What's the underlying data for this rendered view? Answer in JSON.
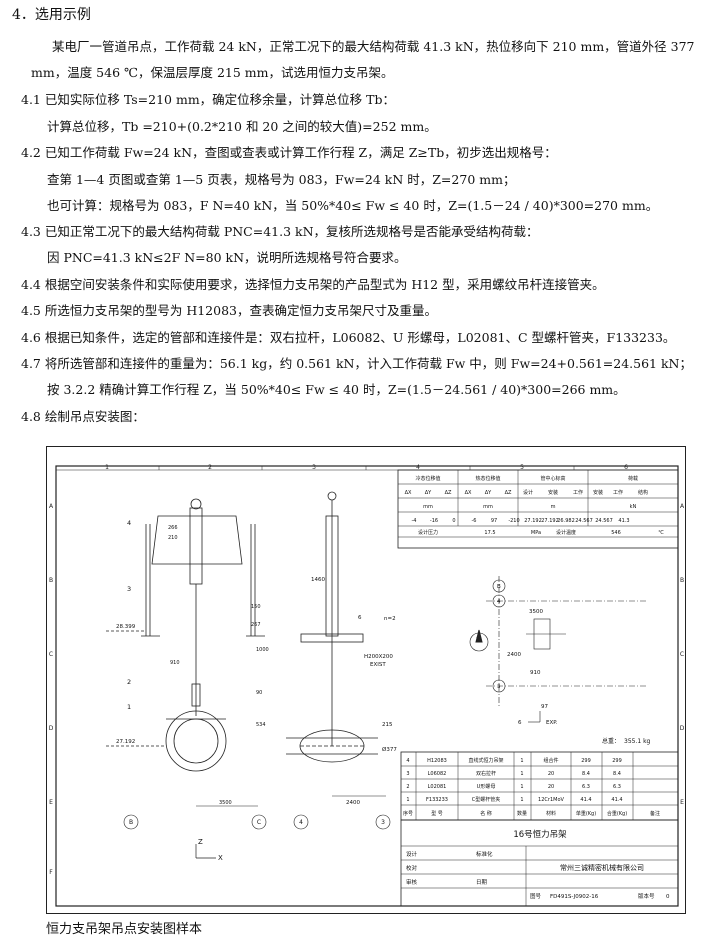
{
  "section_heading": "4．选用示例",
  "para": {
    "l1": "某电厂一管道吊点，工作荷载 24 kN，正常工况下的最大结构荷载 41.3 kN，热位移向下 210 mm，管道外径 377",
    "l2": "mm，温度 546 ℃，保温层厚度 215 mm，试选用恒力支吊架。"
  },
  "steps": {
    "s41": "4.1    已知实际位移 Ts=210 mm，确定位移余量，计算总位移 Tb：",
    "s41b": "计算总位移，Tb =210+(0.2*210 和 20 之间的较大值)=252 mm。",
    "s42": "4.2    已知工作荷载 Fw=24 kN，查图或查表或计算工作行程 Z，满足 Z≥Tb，初步选出规格号：",
    "s42b": "查第 1—4 页图或查第 1—5 页表，规格号为 083，Fw=24 kN 时，Z=270 mm；",
    "s42c": "也可计算：规格号为 083，F N=40 kN，当 50%*40≤ Fw ≤ 40 时，Z=(1.5－24 / 40)*300=270 mm。",
    "s43": "4.3    已知正常工况下的最大结构荷载 PNC=41.3 kN，复核所选规格号是否能承受结构荷载：",
    "s43b": "因 PNC=41.3 kN≤2F N=80 kN，说明所选规格号符合要求。",
    "s44": "4.4    根据空间安装条件和实际使用要求，选择恒力支吊架的产品型式为 H12 型，采用螺纹吊杆连接管夹。",
    "s45": "4.5    所选恒力支吊架的型号为 H12083，查表确定恒力支吊架尺寸及重量。",
    "s46": "4.6    根据已知条件，选定的管部和连接件是：双右拉杆，L06082、U 形螺母，L02081、C 型螺杆管夹，F133233。",
    "s47": "4.7    将所选管部和连接件的重量为：56.1 kg，约 0.561 kN，计入工作荷载 Fw 中，则 Fw=24+0.561=24.561 kN；",
    "s47b": "按 3.2.2 精确计算工作行程 Z，当 50%*40≤ Fw ≤ 40 时，Z=(1.5－24.561 / 40)*300=266 mm。",
    "s48": "4.8    绘制吊点安装图："
  },
  "drawing": {
    "grid_cols": [
      "1",
      "2",
      "3",
      "4",
      "5",
      "6"
    ],
    "grid_rows": [
      "A",
      "B",
      "C",
      "D",
      "E",
      "F"
    ],
    "param_table": {
      "groups": [
        "冷态位移值",
        "热态位移值",
        "管中心标高",
        "荷载"
      ],
      "subheads": [
        "ΔX",
        "ΔY",
        "ΔZ",
        "ΔX",
        "ΔY",
        "ΔZ",
        "设计",
        "安装",
        "工作",
        "安装",
        "工作",
        "结构"
      ],
      "units": [
        "mm",
        "mm",
        "m",
        "kN"
      ],
      "values": [
        "-4",
        "-16",
        "0",
        "-6",
        "97",
        "-210",
        "27.192",
        "27.192",
        "26.982",
        "24.567",
        "24.567",
        "41.3"
      ],
      "design_pressure_label": "设计压力",
      "design_pressure_value": "17.5",
      "design_pressure_unit": "MPa",
      "design_temp_label": "设计温度",
      "design_temp_value": "546",
      "design_temp_unit": "℃"
    },
    "callouts": [
      "4",
      "3",
      "2",
      "1"
    ],
    "elevations": [
      "28.399",
      "27.192"
    ],
    "dims": {
      "d266": "266",
      "d210": "210",
      "d150": "150",
      "d267": "267",
      "d1000": "1000",
      "d910": "910",
      "d90": "90",
      "d534": "534",
      "d3500": "3500",
      "d1460": "1460",
      "d215": "215",
      "d377": "Ø377",
      "d2400": "2400",
      "plan_3500": "3500",
      "plan_910": "910",
      "plan_2400": "2400",
      "d97": "97",
      "d6": "6",
      "exp": "EXP."
    },
    "weld_label": "6",
    "weld_n": "n=2",
    "beam_label": "H200X200",
    "beam_label2": "EXIST",
    "axis_labels": [
      "B",
      "C",
      "4",
      "3",
      "4",
      "3"
    ],
    "north": "N",
    "z_axis": "Z",
    "x_axis": "X",
    "total_weight_label": "总重：",
    "total_weight_value": "355.1  kg",
    "bom": {
      "rows": [
        [
          "4",
          "H12083",
          "直线式恒力吊架",
          "1",
          "组合件",
          "299",
          "299",
          ""
        ],
        [
          "3",
          "L06082",
          "双右拉杆",
          "1",
          "20",
          "8.4",
          "8.4",
          ""
        ],
        [
          "2",
          "L02081",
          "U形螺母",
          "1",
          "20",
          "6.3",
          "6.3",
          ""
        ],
        [
          "1",
          "F133233",
          "C型螺杆管夹",
          "1",
          "12Cr1MoV",
          "41.4",
          "41.4",
          ""
        ]
      ],
      "header": [
        "序号",
        "型  号",
        "名      称",
        "数量",
        "材料",
        "单重(Kg)",
        "合重(Kg)",
        "备注"
      ]
    },
    "title_block": {
      "title": "16号恒力吊架",
      "company": "常州三诚精密机械有限公司",
      "rows": [
        "设计",
        "校对",
        "审核"
      ],
      "std_label": "标准化",
      "date_label": "日期",
      "drawing_no_label": "图号",
      "drawing_no": "FD491S-J0902-16",
      "rev_label": "版本号",
      "rev": "0"
    }
  },
  "caption": "恒力支吊架吊点安装图样本"
}
